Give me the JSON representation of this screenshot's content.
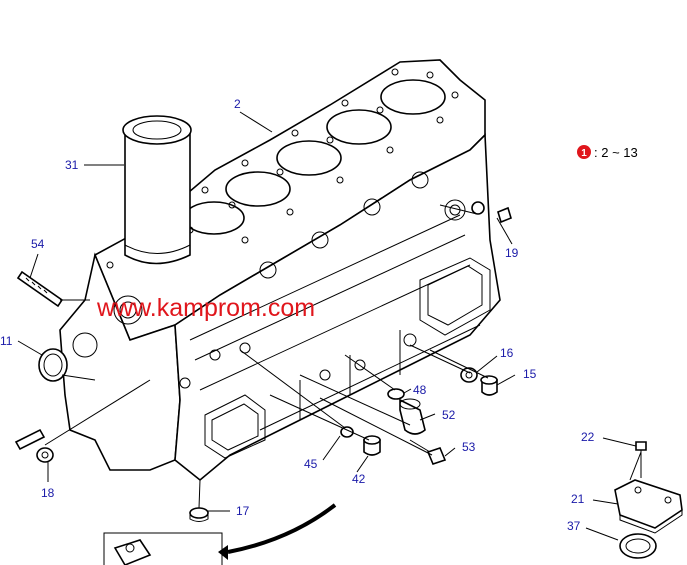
{
  "watermark": "www.kamprom.com",
  "legend": {
    "badge": "1",
    "text": ": 2 ~ 13",
    "badge_color": "#e0161c"
  },
  "callouts": [
    "2",
    "31",
    "54",
    "11",
    "18",
    "17",
    "19",
    "16",
    "15",
    "48",
    "52",
    "53",
    "42",
    "45",
    "22",
    "21",
    "37"
  ],
  "colors": {
    "label": "#1a1aa8",
    "lines": "#000000"
  }
}
